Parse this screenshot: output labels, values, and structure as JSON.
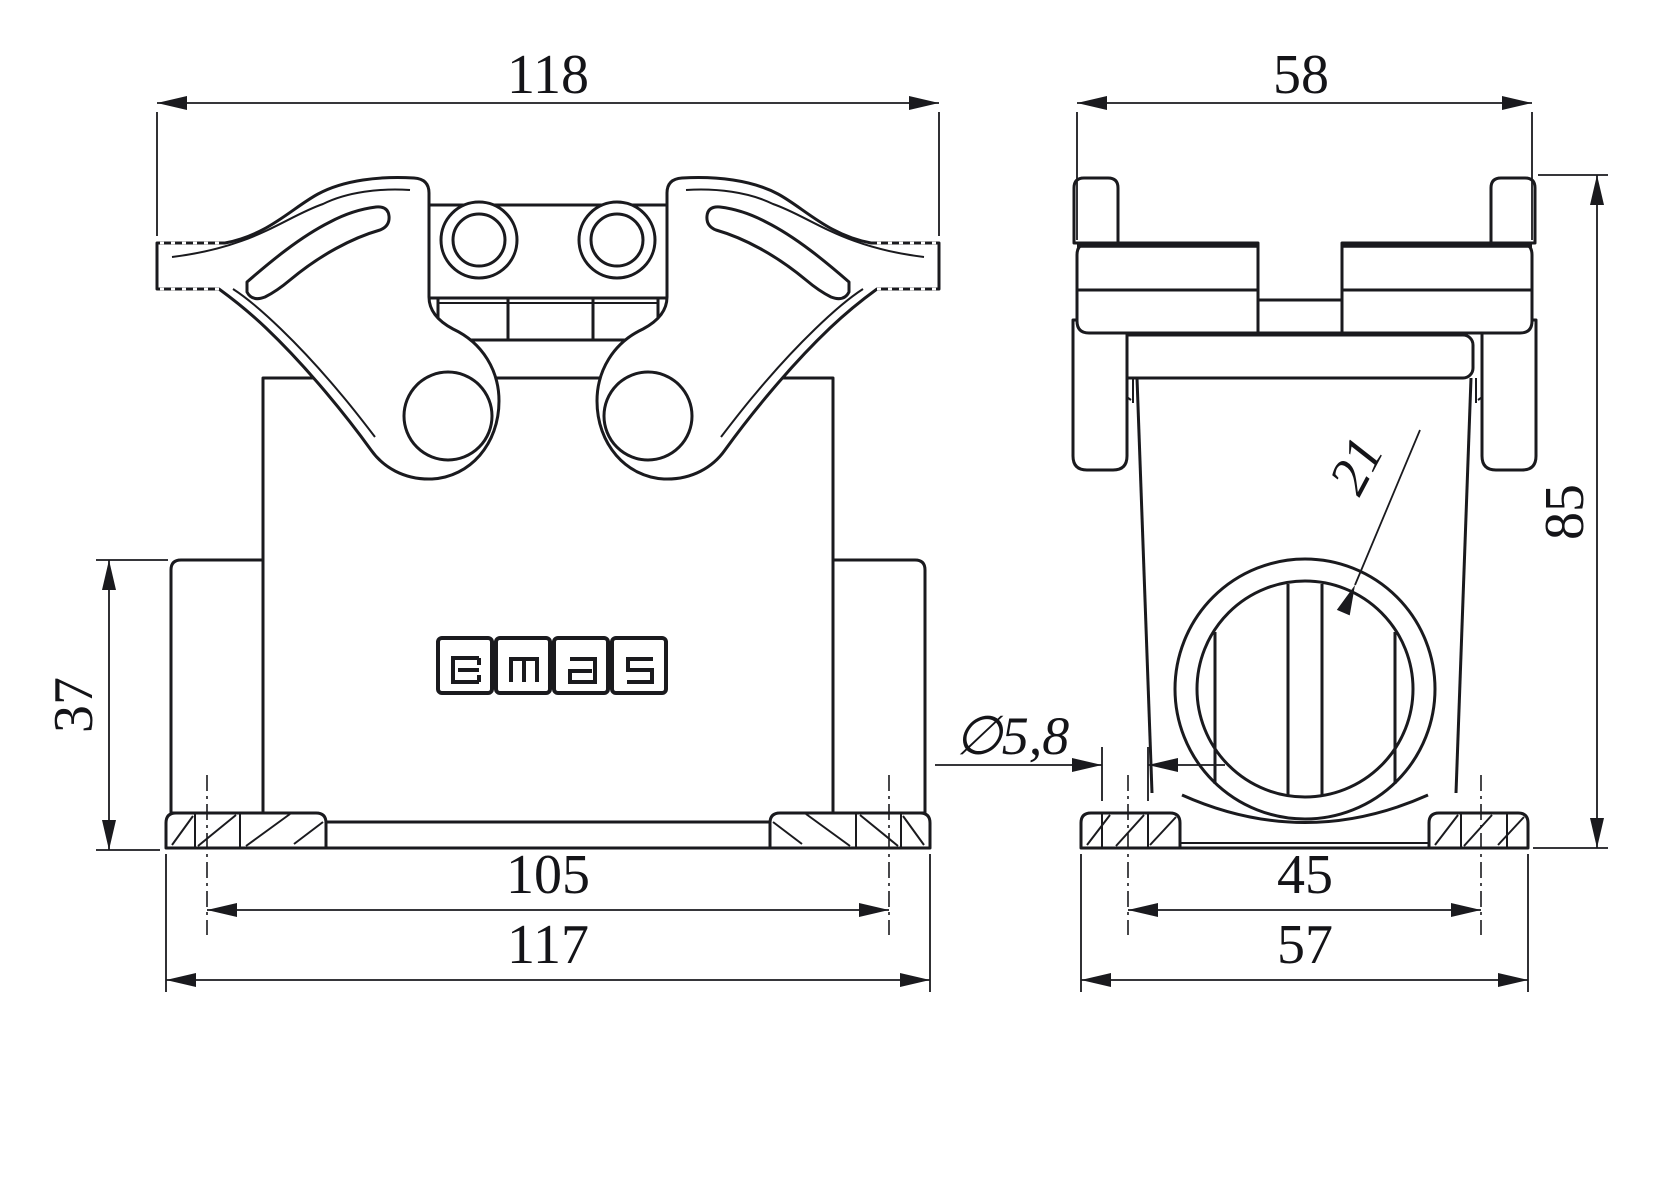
{
  "brand": {
    "logo_text": "emas"
  },
  "dims": {
    "front": {
      "overall_width": "118",
      "side_height": "37",
      "hole_spacing": "105",
      "flange_width": "117"
    },
    "side": {
      "overall_depth": "58",
      "overall_height": "85",
      "cable_entry": "21",
      "slot_width": "∅5,8",
      "hole_spacing": "45",
      "flange_depth": "57"
    }
  },
  "colors": {
    "line": "#1a1a1e",
    "background": "#ffffff"
  }
}
